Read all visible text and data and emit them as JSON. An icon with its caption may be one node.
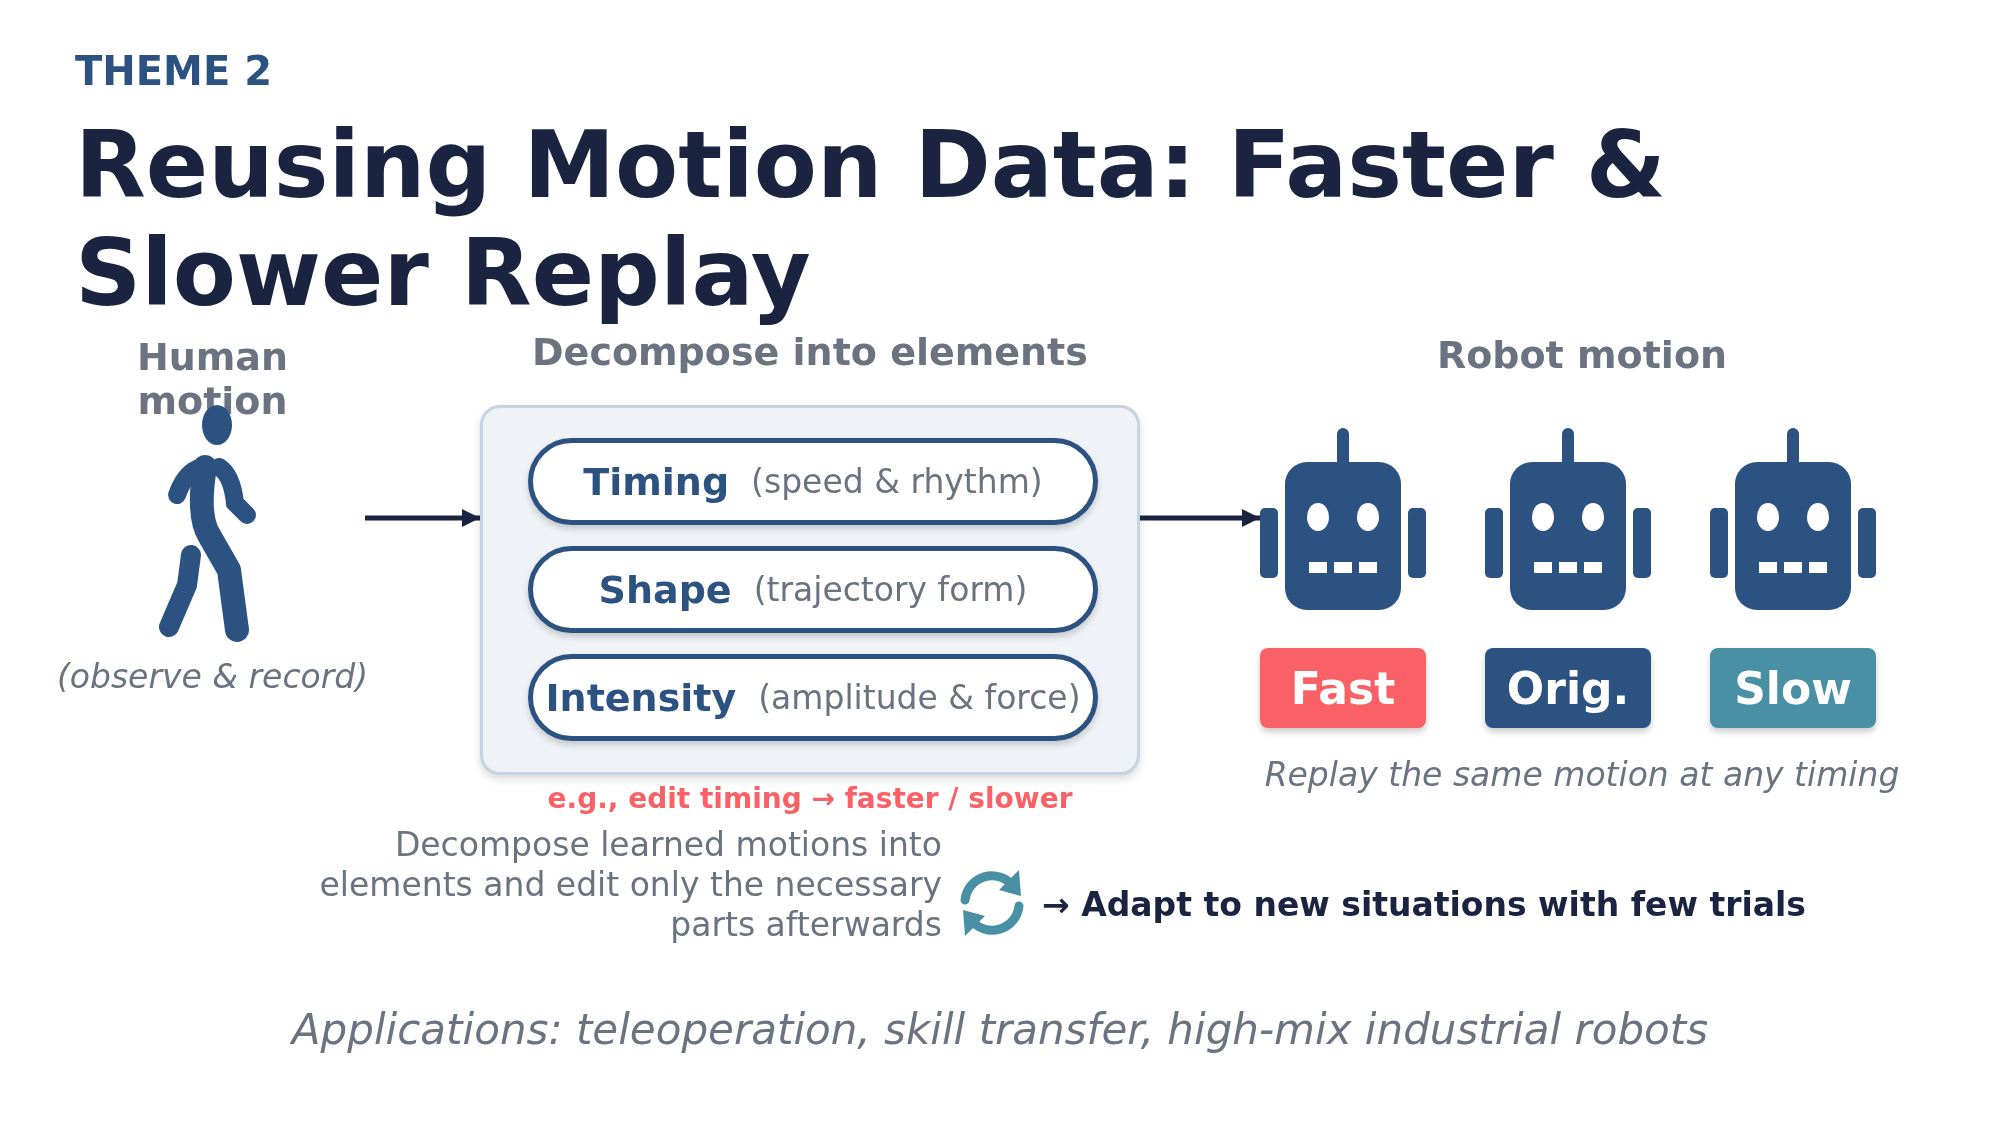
{
  "diagram": {
    "title": "Reusing Motion Data: Faster & Slower Replay",
    "nodes": [
      {
        "text": [
          "Human motion"
        ],
        "beside": [
          "(observe & record)"
        ]
      },
      {
        "text": [
          "Decompose into elements"
        ],
        "beside": [
          "e.g., edit timing → faster / slower"
        ]
      },
      {
        "text": [
          "Timing",
          "(speed & rhythm)"
        ],
        "in": 1
      },
      {
        "text": [
          "Shape",
          "(trajectory form)"
        ],
        "in": 1
      },
      {
        "text": [
          "Intensity",
          "(amplitude & force)"
        ],
        "in": 1
      },
      {
        "text": [],
        "shape": "robot"
      },
      {
        "text": [],
        "shape": "robot"
      },
      {
        "text": [],
        "shape": "robot"
      },
      {
        "text": [
          "Fast"
        ]
      },
      {
        "text": [
          "Orig."
        ]
      },
      {
        "text": [
          "Slow"
        ]
      }
    ],
    "edges": [
      {
        "from": 0,
        "to": 1,
        "arrow": "to"
      },
      {
        "from": 1,
        "to": 5,
        "arrow": "to"
      }
    ],
    "labels": [
      "THEME 2",
      "Robot motion",
      "Replay the same motion at any timing",
      "Decompose learned motions into elements and edit only the necessary parts afterwards",
      "→ Adapt to new situations with few trials",
      "Applications: teleoperation, skill transfer, high-mix industrial robots"
    ]
  }
}
